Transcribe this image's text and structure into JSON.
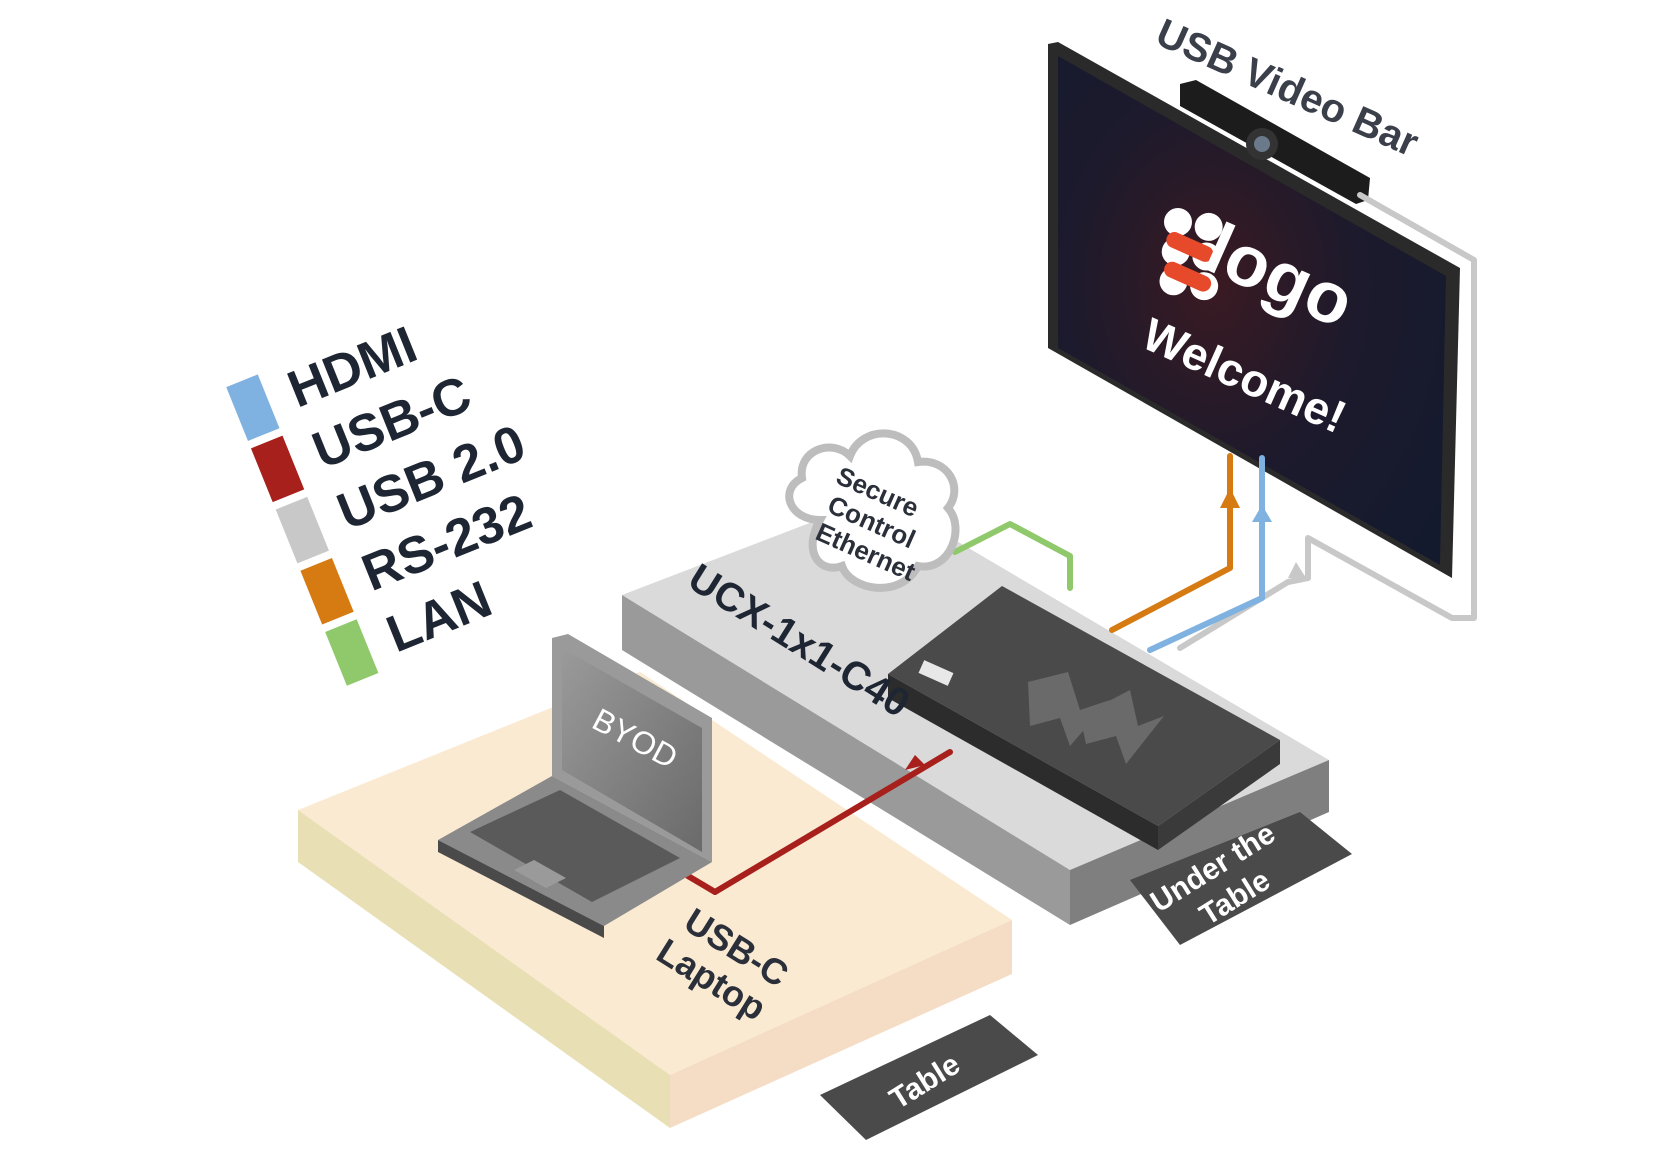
{
  "legend": [
    {
      "label": "HDMI",
      "color": "#7fb2e0"
    },
    {
      "label": "USB-C",
      "color": "#a8201c"
    },
    {
      "label": "USB 2.0",
      "color": "#c8c8c8"
    },
    {
      "label": "RS-232",
      "color": "#d67a12"
    },
    {
      "label": "LAN",
      "color": "#8fc96b"
    }
  ],
  "labels": {
    "video_bar": "USB Video Bar",
    "screen_logo": "logo",
    "screen_welcome": "Welcome!",
    "cloud": [
      "Secure",
      "Control",
      "Ethernet"
    ],
    "device": "UCX-1x1-C40",
    "laptop_screen": "BYOD",
    "laptop_caption": [
      "USB-C",
      "Laptop"
    ],
    "under_table": [
      "Under the",
      "Table"
    ],
    "table": "Table"
  },
  "colors": {
    "hdmi": "#7fb2e0",
    "usbc": "#a8201c",
    "usb2": "#c8c8c8",
    "rs232": "#d67a12",
    "lan": "#8fc96b"
  }
}
